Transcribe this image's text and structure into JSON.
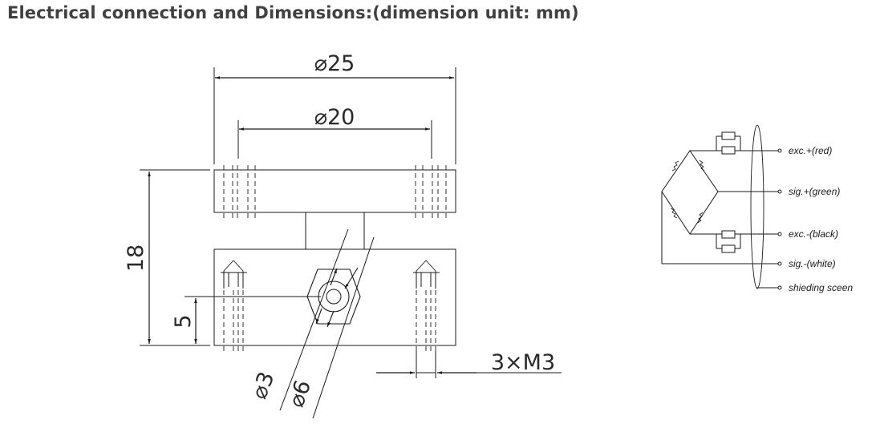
{
  "heading": "Electrical connection and Dimensions:(dimension unit: mm)",
  "drawing": {
    "dim_outer_diameter": "⌀25",
    "dim_inner_diameter": "⌀20",
    "dim_height": "18",
    "dim_offset": "5",
    "dim_bore_small": "⌀3",
    "dim_bore_large": "⌀6",
    "dim_thread": "3×M3"
  },
  "wiring": {
    "labels": [
      "exc.+(red)",
      "sig.+(green)",
      "exc.-(black)",
      "sig.-(white)",
      "shieding sceen"
    ]
  },
  "colors": {
    "heading": "#414141",
    "line": "#1a1a1a"
  }
}
